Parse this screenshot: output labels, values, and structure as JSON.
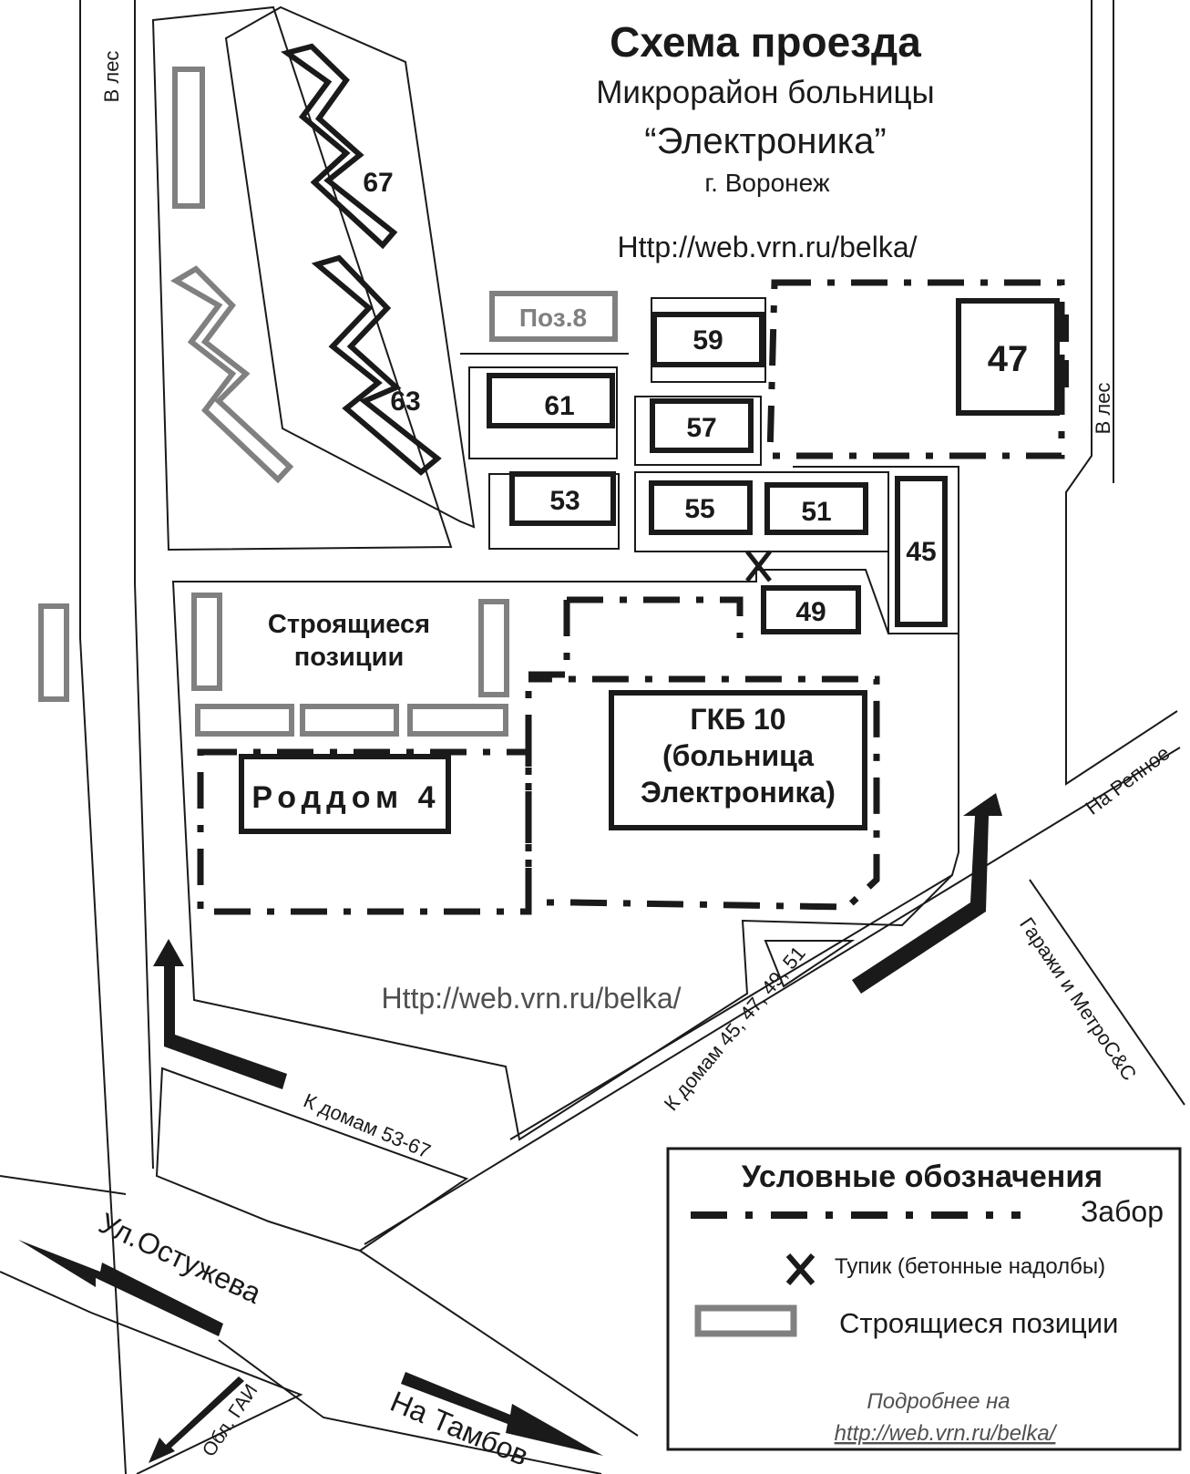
{
  "title": "Схема проезда",
  "subtitle": "Микрорайон больницы",
  "name": "“Электроника”",
  "city": "г. Воронеж",
  "url_top": "Http://web.vrn.ru/belka/",
  "url_mid": "Http://web.vrn.ru/belka/",
  "colors": {
    "line": "#1a1a1a",
    "construction": "#808080",
    "background": "#ffffff"
  },
  "buildings": {
    "b67": "67",
    "b63": "63",
    "b61": "61",
    "b59": "59",
    "b57": "57",
    "b55": "55",
    "b53": "53",
    "b51": "51",
    "b49": "49",
    "b47": "47",
    "b45": "45",
    "poz8": "Поз.8"
  },
  "construction_label_1": "Строящиеся",
  "construction_label_2": "позиции",
  "roddom": "Роддом 4",
  "gkb_1": "ГКБ 10",
  "gkb_2": "(больница",
  "gkb_3": "Электроника)",
  "roads": {
    "forest_left": "В лес",
    "forest_right": "В лес",
    "repnoe": "На Репное",
    "garages": "Гаражи и МетроС&С",
    "to_45_51": "К домам 45, 47, 49, 51",
    "to_53_67": "К домам 53-67",
    "ostuzheva": "Ул.Остужева",
    "gai": "Обл. ГАИ",
    "tambov": "На Тамбов"
  },
  "legend": {
    "title": "Условные обозначения",
    "fence": "Забор",
    "deadend_symbol": "X",
    "deadend": "Тупик (бетонные надолбы)",
    "construction": "Строящиеся позиции"
  },
  "footer_1": "Подробнее на",
  "footer_2": "http://web.vrn.ru/belka/"
}
